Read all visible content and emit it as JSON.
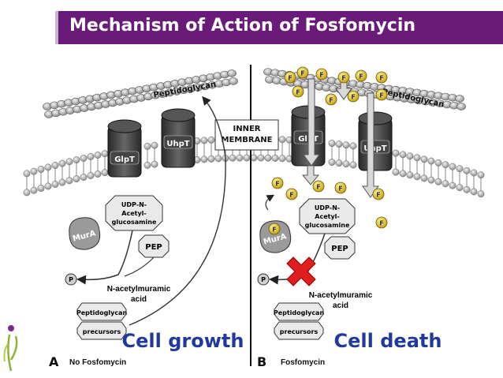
{
  "header": {
    "title": "Mechanism of Action of Fosfomycin"
  },
  "colors": {
    "title_band": "#6a1b7a",
    "growth_text": "#1f3a9a",
    "fosfomycin_dot": "#e1c02a",
    "block_x": "#e01e1e"
  },
  "panel_a": {
    "letter": "A",
    "caption": "No Fosfomycin",
    "result": "Cell growth",
    "peptidoglycan": "Peptidoglycan",
    "transporters": [
      "GlpT",
      "UhpT"
    ],
    "inner_membrane": [
      "INNER",
      "MEMBRANE"
    ],
    "udp": [
      "UDP-N-",
      "Acetyl-",
      "glucosamine"
    ],
    "enzyme": "MurA",
    "pep": "PEP",
    "phosphate": "P",
    "product": [
      "N-acetylmuramic",
      "acid"
    ],
    "precursor_box_1": "Peptidoglycan",
    "precursor_box_2": "precursors"
  },
  "panel_b": {
    "letter": "B",
    "caption": "Fosfomycin",
    "result": "Cell death",
    "peptidoglycan": "Peptidoglycan",
    "transporters": [
      "GlpT",
      "UhpT"
    ],
    "udp": [
      "UDP-N-",
      "Acetyl-",
      "glucosamine"
    ],
    "enzyme": "MurA",
    "pep": "PEP",
    "phosphate": "P",
    "product": [
      "N-acetylmuramic",
      "acid"
    ],
    "precursor_box_1": "Peptidoglycan",
    "precursor_box_2": "precursors",
    "drug_symbol": "F"
  }
}
